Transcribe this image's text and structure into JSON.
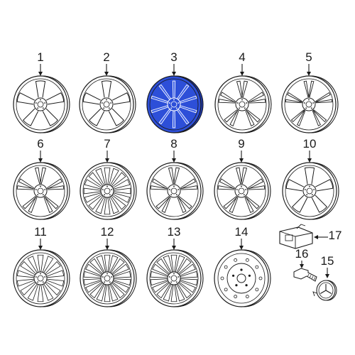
{
  "diagram": {
    "parts": [
      {
        "label": "1",
        "kind": "5-spoke alloy wheel"
      },
      {
        "label": "2",
        "kind": "5-spoke alloy wheel"
      },
      {
        "label": "3",
        "kind": "10-spoke alloy wheel",
        "highlighted": true
      },
      {
        "label": "4",
        "kind": "double 5-spoke alloy wheel"
      },
      {
        "label": "5",
        "kind": "twin 5-spoke alloy wheel"
      },
      {
        "label": "6",
        "kind": "double 5-spoke alloy wheel"
      },
      {
        "label": "7",
        "kind": "multi-spoke alloy wheel"
      },
      {
        "label": "8",
        "kind": "double 5-spoke alloy wheel"
      },
      {
        "label": "9",
        "kind": "double 5-spoke alloy wheel"
      },
      {
        "label": "10",
        "kind": "5-spoke alloy wheel"
      },
      {
        "label": "11",
        "kind": "multi-spoke alloy wheel"
      },
      {
        "label": "12",
        "kind": "multi-spoke alloy wheel"
      },
      {
        "label": "13",
        "kind": "multi-spoke alloy wheel"
      },
      {
        "label": "14",
        "kind": "steel spare wheel"
      },
      {
        "label": "15",
        "kind": "center cap"
      },
      {
        "label": "16",
        "kind": "lug bolt"
      },
      {
        "label": "17",
        "kind": "tire pressure sensor"
      }
    ],
    "highlight_color": "#2d4fd8",
    "line_color": "#1a1a1a"
  }
}
